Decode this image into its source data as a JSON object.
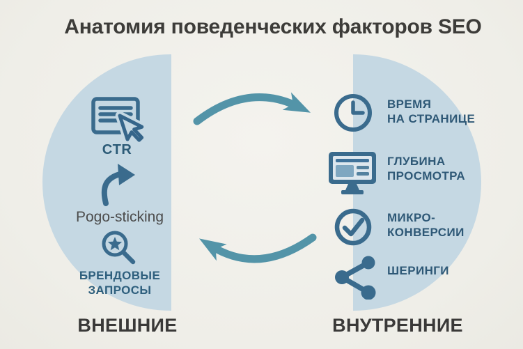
{
  "title": "Анатомия поведенческих факторов SEO",
  "external": {
    "heading": "ВНЕШНИЕ",
    "items": [
      {
        "icon": "ctr-click-icon",
        "label": "CTR"
      },
      {
        "icon": "pogo-sticking-arrow-icon",
        "label": "Pogo-sticking"
      },
      {
        "icon": "branded-search-icon",
        "label": "БРЕНДОВЫЕ\nЗАПРОСЫ"
      }
    ]
  },
  "internal": {
    "heading": "ВНУТРЕННИЕ",
    "items": [
      {
        "icon": "clock-icon",
        "label": "ВРЕМЯ\nНА СТРАНИЦЕ"
      },
      {
        "icon": "monitor-icon",
        "label": "ГЛУБИНА\nПРОСМОТРА"
      },
      {
        "icon": "check-circle-icon",
        "label": "МИКРО-\nКОНВЕРСИИ"
      },
      {
        "icon": "share-icon",
        "label": "ШЕРИНГИ"
      }
    ]
  },
  "colors": {
    "background": "#f1f0ea",
    "semicircle": "#c5d8e3",
    "icon": "#3a6b8d",
    "arrow": "#5394a8",
    "heading_text": "#3a3938",
    "label_text": "#2e5876"
  }
}
